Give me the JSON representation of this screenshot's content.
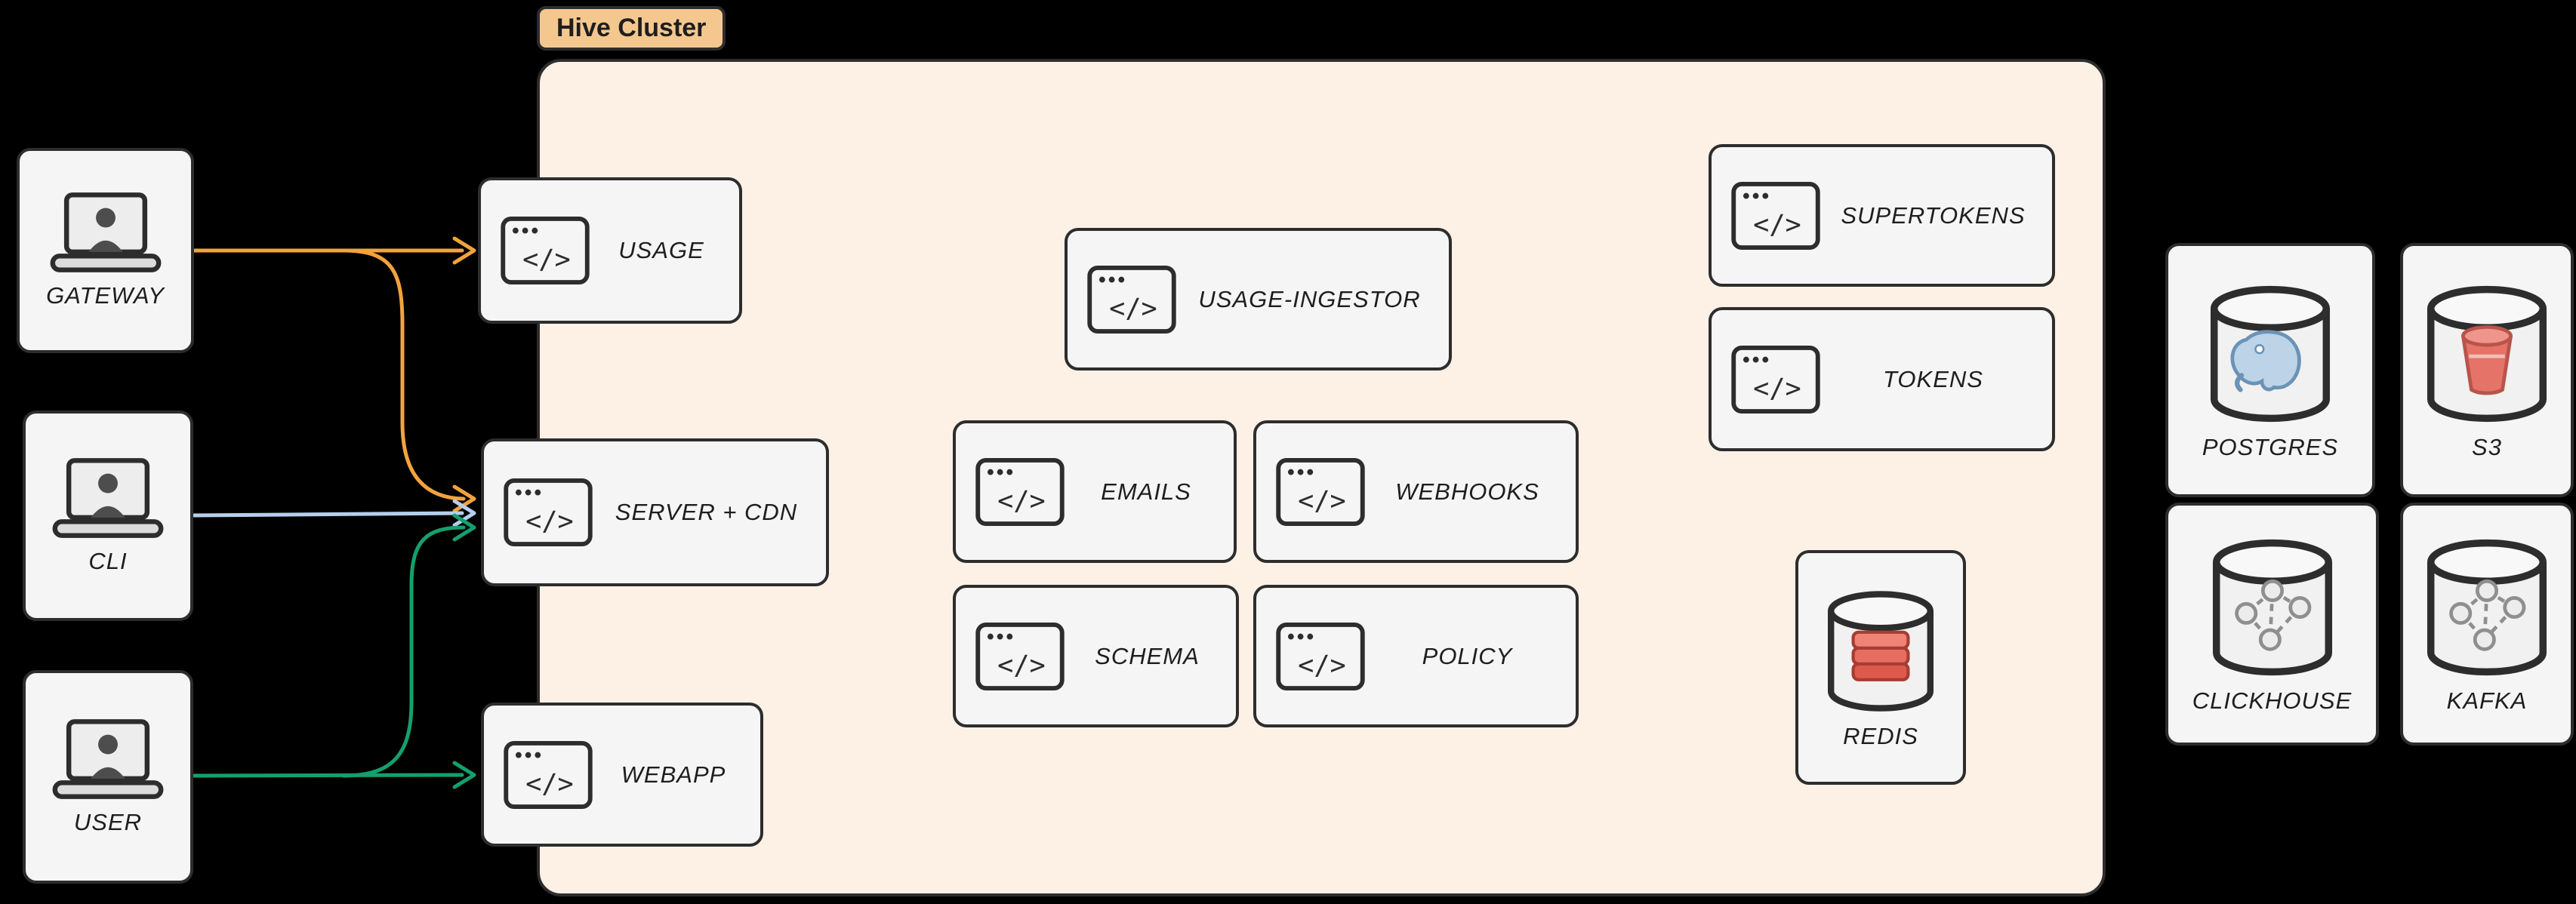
{
  "cluster": {
    "label": "Hive Cluster"
  },
  "clients": [
    {
      "label": "GATEWAY"
    },
    {
      "label": "CLI"
    },
    {
      "label": "USER"
    }
  ],
  "edge_services": [
    {
      "label": "USAGE"
    },
    {
      "label": "SERVER + CDN"
    },
    {
      "label": "WEBAPP"
    }
  ],
  "cluster_services": {
    "usage_ingestor": {
      "label": "USAGE-INGESTOR"
    },
    "emails": {
      "label": "EMAILS"
    },
    "webhooks": {
      "label": "WEBHOOKS"
    },
    "schema": {
      "label": "SCHEMA"
    },
    "policy": {
      "label": "POLICY"
    },
    "supertokens": {
      "label": "SUPERTOKENS"
    },
    "tokens": {
      "label": "TOKENS"
    },
    "redis": {
      "label": "REDIS"
    }
  },
  "datastores": {
    "postgres": {
      "label": "POSTGRES"
    },
    "s3": {
      "label": "S3"
    },
    "clickhouse": {
      "label": "CLICKHOUSE"
    },
    "kafka": {
      "label": "KAFKA"
    }
  },
  "icons": {
    "client": "laptop-user-icon",
    "service": "code-window-icon",
    "datastore": "database-cylinder-icon",
    "code_glyph": "</>"
  },
  "colors": {
    "background": "#000000",
    "node_bg": "#f5f5f5",
    "node_border": "#2d2d2d",
    "cluster_bg": "#fdf1e6",
    "badge_bg": "#f4c78f",
    "text": "#1e1e1e",
    "arrow_gateway": "#f2a33c",
    "arrow_cli": "#b5cfec",
    "arrow_user": "#14a06d"
  },
  "connections": [
    {
      "from": "GATEWAY",
      "to": "USAGE",
      "color_key": "arrow_gateway"
    },
    {
      "from": "GATEWAY",
      "to": "SERVER + CDN",
      "color_key": "arrow_gateway"
    },
    {
      "from": "CLI",
      "to": "SERVER + CDN",
      "color_key": "arrow_cli"
    },
    {
      "from": "USER",
      "to": "SERVER + CDN",
      "color_key": "arrow_user"
    },
    {
      "from": "USER",
      "to": "WEBAPP",
      "color_key": "arrow_user"
    }
  ]
}
